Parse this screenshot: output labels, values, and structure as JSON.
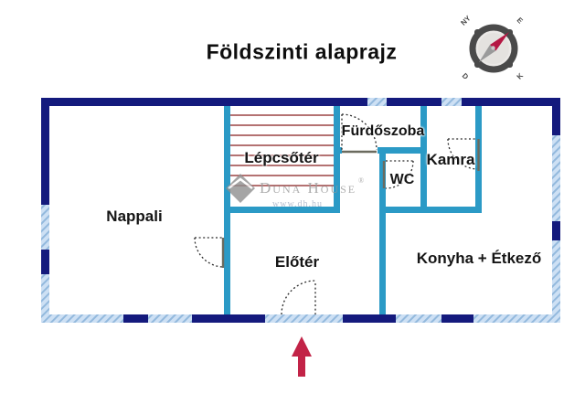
{
  "title": "Földszinti alaprajz",
  "compass": {
    "nw": "NY",
    "ne": "E",
    "sw": "D",
    "se": "K"
  },
  "rooms": {
    "nappali": "Nappali",
    "lepcsoter": "Lépcsőtér",
    "furdoszoba": "Fürdőszoba",
    "wc": "WC",
    "kamra": "Kamra",
    "eloter": "Előtér",
    "konyha": "Konyha + Étkező"
  },
  "watermark": {
    "brand": "Duna House",
    "registered": "®",
    "site": "www.dh.hu"
  },
  "colors": {
    "outer_wall": "#141a7d",
    "inner_wall": "#2b9ac6",
    "window_fill": "#cde0f4",
    "window_stripe": "#93b9dd",
    "stair_tread": "#9b4444",
    "door_leaf": "#6b6b5f",
    "entrance_arrow": "#c22347",
    "compass_ring": "#4a4a4a",
    "compass_needle": "#b51743"
  }
}
